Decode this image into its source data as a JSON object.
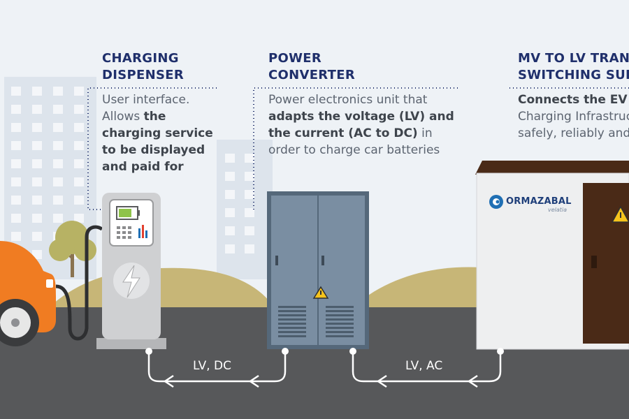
{
  "sections": [
    {
      "title_lines": [
        "CHARGING",
        "DISPENSER"
      ],
      "desc_lines": [
        [
          {
            "t": "User interface.",
            "b": false
          }
        ],
        [
          {
            "t": "Allows ",
            "b": false
          },
          {
            "t": "the",
            "b": true
          }
        ],
        [
          {
            "t": "charging service",
            "b": true
          }
        ],
        [
          {
            "t": "to be displayed",
            "b": true
          }
        ],
        [
          {
            "t": "and paid for",
            "b": true
          }
        ]
      ]
    },
    {
      "title_lines": [
        "POWER",
        "CONVERTER"
      ],
      "desc_lines": [
        [
          {
            "t": "Power electronics unit that",
            "b": false
          }
        ],
        [
          {
            "t": "adapts the voltage (LV) and",
            "b": true
          }
        ],
        [
          {
            "t": "the current (AC to DC)",
            "b": true
          },
          {
            "t": " in",
            "b": false
          }
        ],
        [
          {
            "t": "order to charge car batteries",
            "b": false
          }
        ]
      ]
    },
    {
      "title_lines": [
        "MV TO LV TRANSFORMER",
        "SWITCHING SUBSTATION"
      ],
      "desc_lines": [
        [
          {
            "t": "Connects the EV",
            "b": true
          }
        ],
        [
          {
            "t": "Charging Infrastructure",
            "b": false
          }
        ],
        [
          {
            "t": "safely, reliably and",
            "b": false
          }
        ]
      ]
    }
  ],
  "flows": {
    "left": "LV, DC",
    "right": "LV, AC"
  },
  "logo": {
    "name": "ORMAZABAL",
    "sub": "velatia"
  },
  "colors": {
    "title": "#1f2f6b",
    "road": "#57585a",
    "car": "#f07c22",
    "converter": "#6a7f91",
    "substation_door": "#4a2a17"
  }
}
